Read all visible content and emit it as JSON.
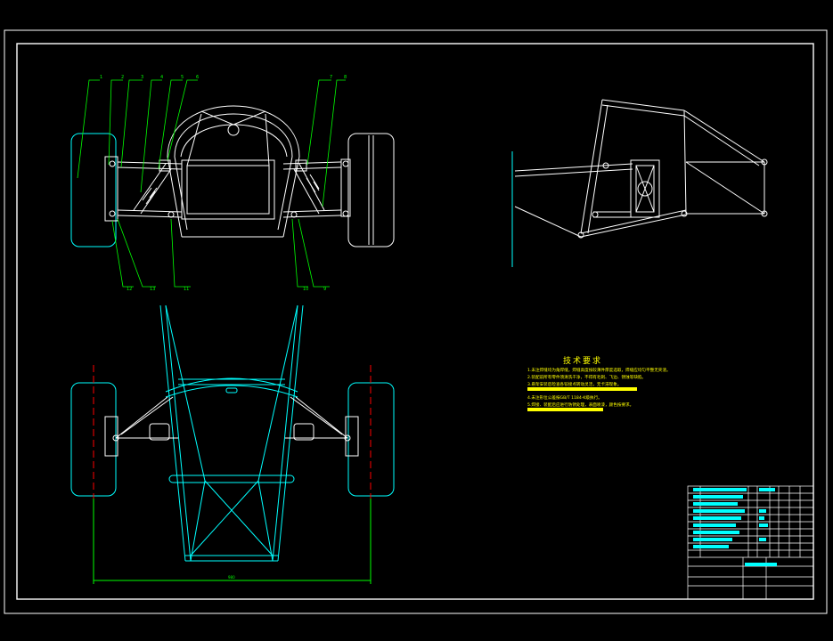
{
  "drawing": {
    "views": [
      "front-view",
      "side-view",
      "top-view"
    ],
    "balloons": [
      "1",
      "2",
      "3",
      "4",
      "5",
      "6",
      "7",
      "8",
      "9",
      "10",
      "11",
      "12",
      "13"
    ],
    "balloon_label_top": [
      "1",
      "2",
      "3",
      "4",
      "5",
      "6",
      "7",
      "8"
    ],
    "balloon_label_bottom": [
      "12",
      "13",
      "11",
      "10",
      "9"
    ],
    "dimension_top_view": "980"
  },
  "tech_requirements": {
    "title": "技术要求",
    "lines": [
      "1.未注焊缝均为角焊缝，焊缝高度按较薄件厚度选取，焊缝应均匀平整无夹渣。",
      "2.装配前所有零件须清洗干净，不得有毛刺、飞边、锈蚀等缺陷。",
      "3.悬架安装后检查各铰接点转动灵活，无卡滞现象。",
      "4.未注形位公差按GB/T 1184-K级执行。",
      "5.焊接、装配后应进行防锈处理，表面喷漆，颜色按要求。"
    ]
  },
  "colors": {
    "background": "#000000",
    "frame": "#ffffff",
    "drawing_white": "#ffffff",
    "drawing_cyan": "#00ffff",
    "leader_green": "#00ff00",
    "centerline_red": "#ff0000",
    "text_yellow": "#ffff00"
  }
}
